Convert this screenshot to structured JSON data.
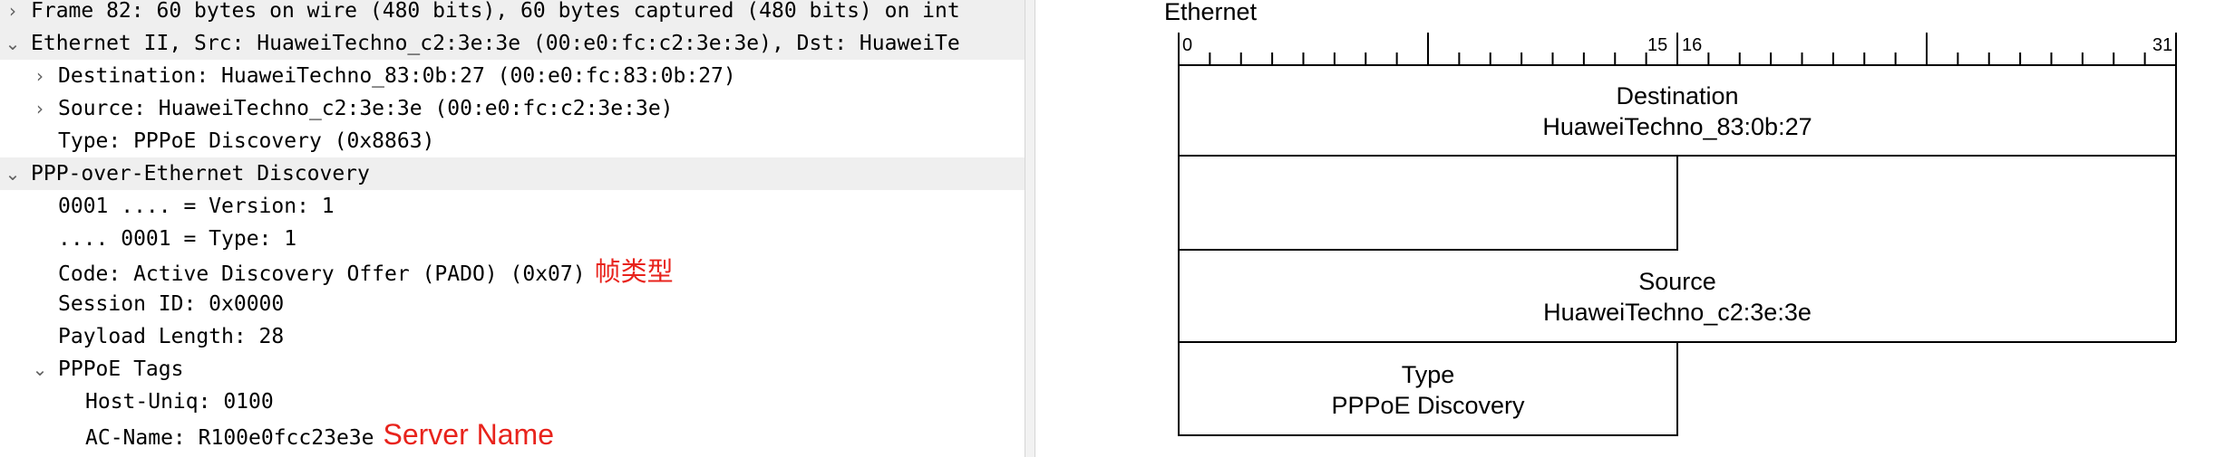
{
  "tree": {
    "rows": [
      {
        "twisty": "›",
        "text": "Frame 82: 60 bytes on wire (480 bits), 60 bytes captured (480 bits) on int"
      },
      {
        "twisty": "⌄",
        "text": "Ethernet II, Src: HuaweiTechno_c2:3e:3e (00:e0:fc:c2:3e:3e), Dst: HuaweiTe"
      },
      {
        "twisty": "›",
        "text": "Destination: HuaweiTechno_83:0b:27 (00:e0:fc:83:0b:27)"
      },
      {
        "twisty": "›",
        "text": "Source: HuaweiTechno_c2:3e:3e (00:e0:fc:c2:3e:3e)"
      },
      {
        "twisty": "",
        "text": "Type: PPPoE Discovery (0x8863)"
      },
      {
        "twisty": "⌄",
        "text": "PPP-over-Ethernet Discovery"
      },
      {
        "twisty": "",
        "text": "0001 .... = Version: 1"
      },
      {
        "twisty": "",
        "text": ".... 0001 = Type: 1"
      },
      {
        "twisty": "",
        "text": "Code: Active Discovery Offer (PADO) (0x07)"
      },
      {
        "twisty": "",
        "text": "Session ID: 0x0000"
      },
      {
        "twisty": "",
        "text": "Payload Length: 28"
      },
      {
        "twisty": "⌄",
        "text": "PPPoE Tags"
      },
      {
        "twisty": "",
        "text": "Host-Uniq: 0100"
      },
      {
        "twisty": "",
        "text": "AC-Name: R100e0fcc23e3e"
      }
    ],
    "annotations": {
      "code": "帧类型",
      "ac_name": "Server Name"
    }
  },
  "diagram": {
    "title": "Ethernet",
    "ruler": {
      "start": "0",
      "mid_left": "15",
      "mid_right": "16",
      "end": "31"
    },
    "fields": {
      "destination": {
        "name": "Destination",
        "value": "HuaweiTechno_83:0b:27"
      },
      "source": {
        "name": "Source",
        "value": "HuaweiTechno_c2:3e:3e"
      },
      "type": {
        "name": "Type",
        "value": "PPPoE Discovery"
      }
    }
  },
  "colors": {
    "highlight_row": "#efefef",
    "annotation": "#e8231c",
    "line": "#000000"
  }
}
